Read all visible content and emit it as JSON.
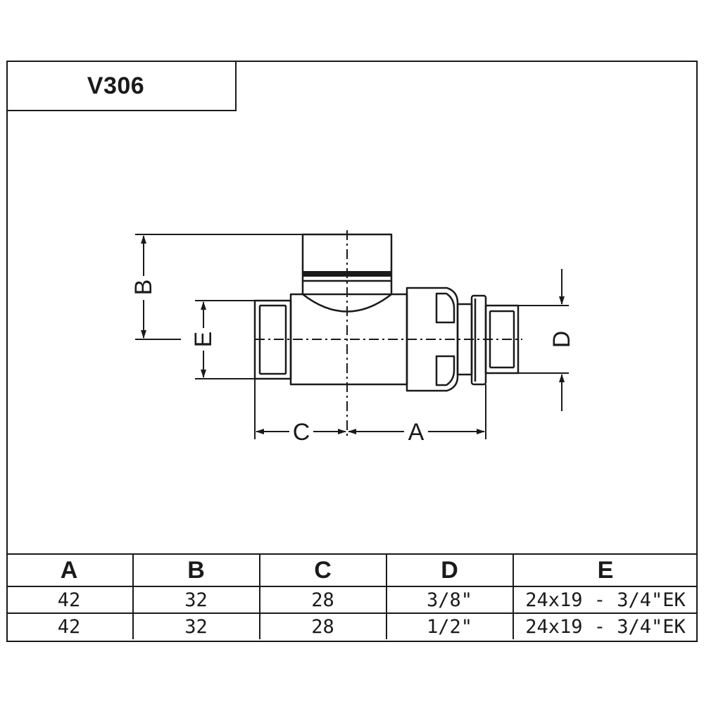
{
  "title": "V306",
  "labels": {
    "a": "A",
    "b": "B",
    "c": "C",
    "d": "D",
    "e": "E"
  },
  "table": {
    "headers": [
      "A",
      "B",
      "C",
      "D",
      "E"
    ],
    "rows": [
      [
        "42",
        "32",
        "28",
        "3/8\"",
        "24x19 - 3/4\"EK"
      ],
      [
        "42",
        "32",
        "28",
        "1/2\"",
        "24x19 - 3/4\"EK"
      ]
    ]
  },
  "colors": {
    "line": "#1a1a1a",
    "background": "#ffffff"
  }
}
